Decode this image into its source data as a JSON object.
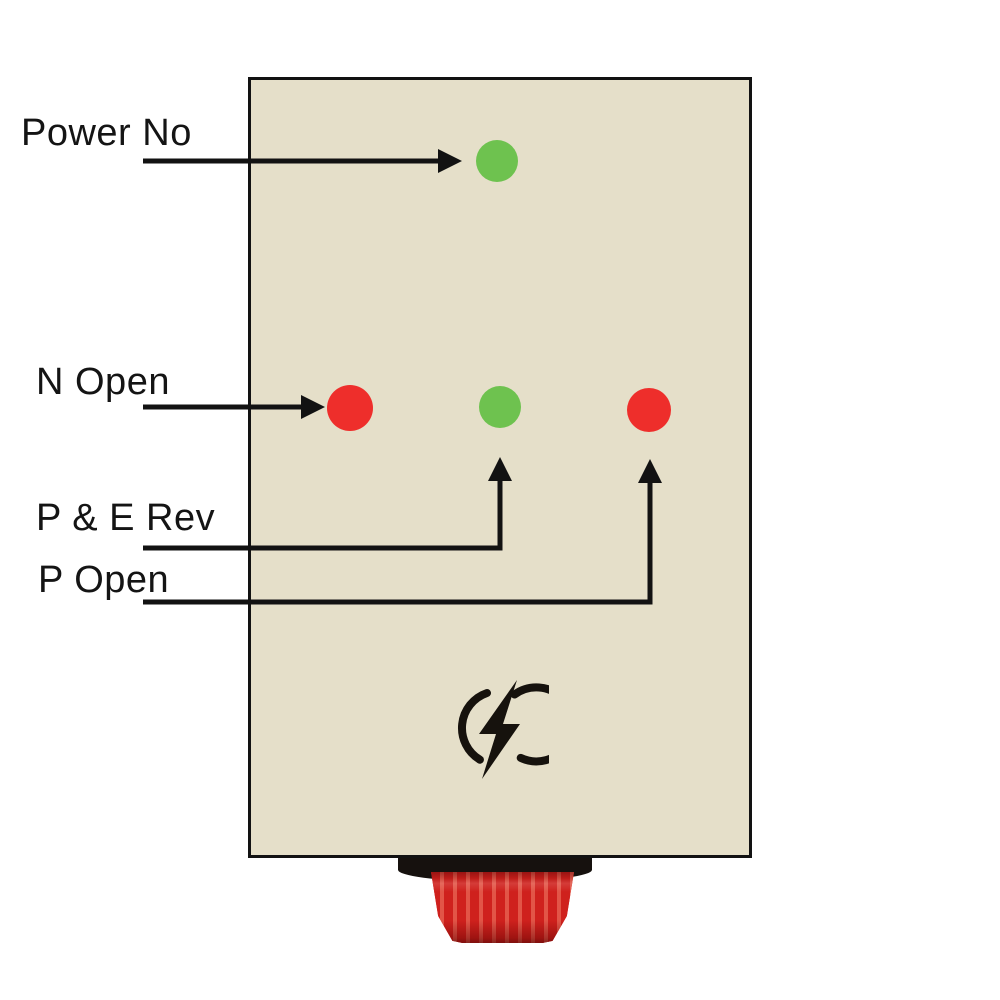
{
  "diagram": {
    "type": "annotated-device-panel",
    "panel": {
      "bg_color": "#e5dfc9",
      "border_color": "#121212"
    },
    "annotations": [
      {
        "label": "Power No",
        "led_state": "green",
        "led_color": "#6ec24f"
      },
      {
        "label": "N Open",
        "led_state": "red",
        "led_color": "#ee2e2b"
      },
      {
        "label": "P & E Rev",
        "led_state": "green",
        "led_color": "#6ec24f"
      },
      {
        "label": "P Open",
        "led_state": "red",
        "led_color": "#ee2e2b"
      }
    ],
    "arrow_color": "#121212",
    "icon": {
      "name": "lightning-bolt-icon",
      "color": "#16120d"
    },
    "knob": {
      "name": "red-reset-knob",
      "body_color": "#cf211d",
      "collar_color": "#16110e"
    }
  }
}
